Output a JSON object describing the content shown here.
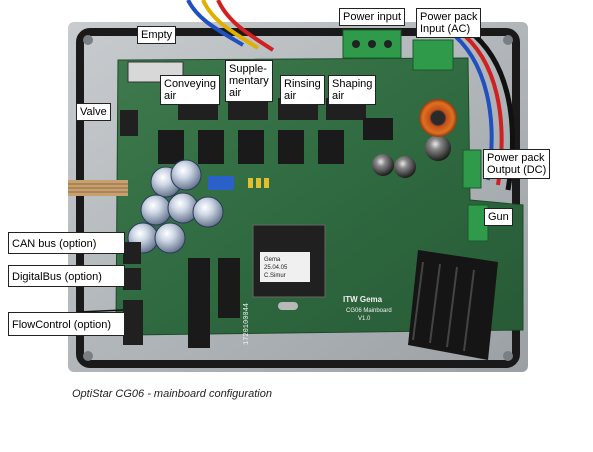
{
  "labels": {
    "empty": "Empty",
    "power_input": "Power input",
    "power_pack_input": [
      "Power pack",
      "Input (AC)"
    ],
    "conveying_air": [
      "Conveying",
      "air"
    ],
    "supplementary_air": [
      "Supple-",
      "mentary",
      "air"
    ],
    "rinsing_air": [
      "Rinsing",
      "air"
    ],
    "shaping_air": [
      "Shaping",
      "air"
    ],
    "valve": "Valve",
    "power_pack_output": [
      "Power pack",
      "Output (DC)"
    ],
    "gun": "Gun",
    "can_bus": "CAN bus (option)",
    "digital_bus": "DigitalBus (option)",
    "flow_control": "FlowControl (option)"
  },
  "board_markings": {
    "chip_line1": "Gema",
    "chip_line2": "25.04.05",
    "chip_line3": "C.Simur",
    "logo_text": "ITW Gema",
    "model_line1": "CG06 Mainboard",
    "model_line2": "V1.0",
    "serial": "1720100044"
  },
  "caption": "OptiStar CG06 - mainboard configuration"
}
